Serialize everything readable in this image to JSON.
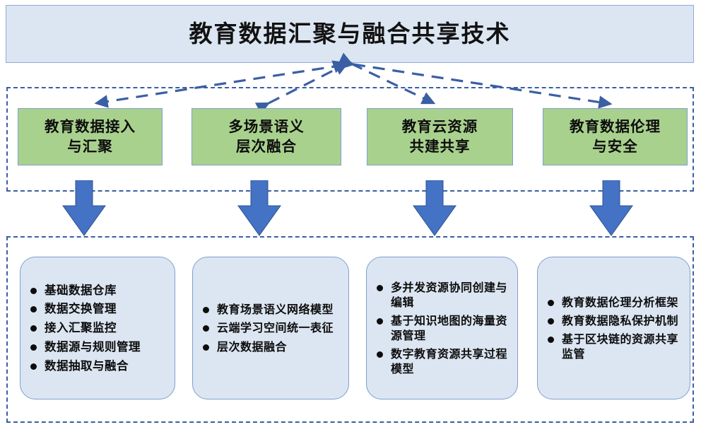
{
  "header": {
    "title": "教育数据汇聚与融合共享技术",
    "box_fill": "#dce6f2",
    "box_border": "#8eaadb"
  },
  "theme": {
    "pillar_fill": "#a9d18e",
    "pillar_border": "#7f9fcf",
    "arrow_fill": "#4472c4",
    "arrow_border": "#2f528f",
    "dashed_border": "#3b5fa4",
    "card_fill": "#dce6f2",
    "card_border": "#7f9fcf",
    "text_color": "#0d0d0d"
  },
  "pillars": [
    {
      "label": "教育数据接入\n与汇聚",
      "line1": "教育数据接入",
      "line2": "与汇聚"
    },
    {
      "label": "多场景语义\n层次融合",
      "line1": "多场景语义",
      "line2": "层次融合"
    },
    {
      "label": "教育云资源\n共建共享",
      "line1": "教育云资源",
      "line2": "共建共享"
    },
    {
      "label": "教育数据伦理\n与安全",
      "line1": "教育数据伦理",
      "line2": "与安全"
    }
  ],
  "arrows": {
    "down_arrow_icon": "down-arrow-icon",
    "connector_icon": "dashed-arrow-icon",
    "count": 4
  },
  "detail_cards": [
    {
      "card_name": "data-access-details",
      "items": [
        "基础数据仓库",
        "数据交换管理",
        "接入汇聚监控",
        "数据源与规则管理",
        "数据抽取与融合"
      ]
    },
    {
      "card_name": "semantic-fusion-details",
      "items": [
        "教育场景语义网络模型",
        "云端学习空间统一表征",
        "层次数据融合"
      ]
    },
    {
      "card_name": "cloud-resource-details",
      "items": [
        "多并发资源协同创建与编辑",
        "基于知识地图的海量资源管理",
        "数字教育资源共享过程模型"
      ]
    },
    {
      "card_name": "ethics-security-details",
      "items": [
        "教育数据伦理分析框架",
        "教育数据隐私保护机制",
        "基于区块链的资源共享监管"
      ]
    }
  ]
}
